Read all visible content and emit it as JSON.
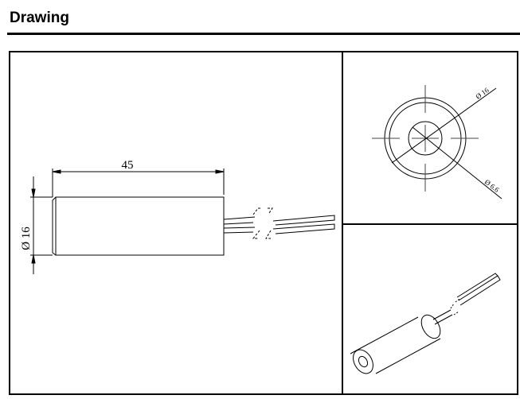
{
  "header": {
    "title": "Drawing"
  },
  "side_view": {
    "length_label": "45",
    "diameter_label": "Ø 16"
  },
  "end_view": {
    "outer_label": "Ø 16",
    "inner_label": "Ø 6.6"
  }
}
